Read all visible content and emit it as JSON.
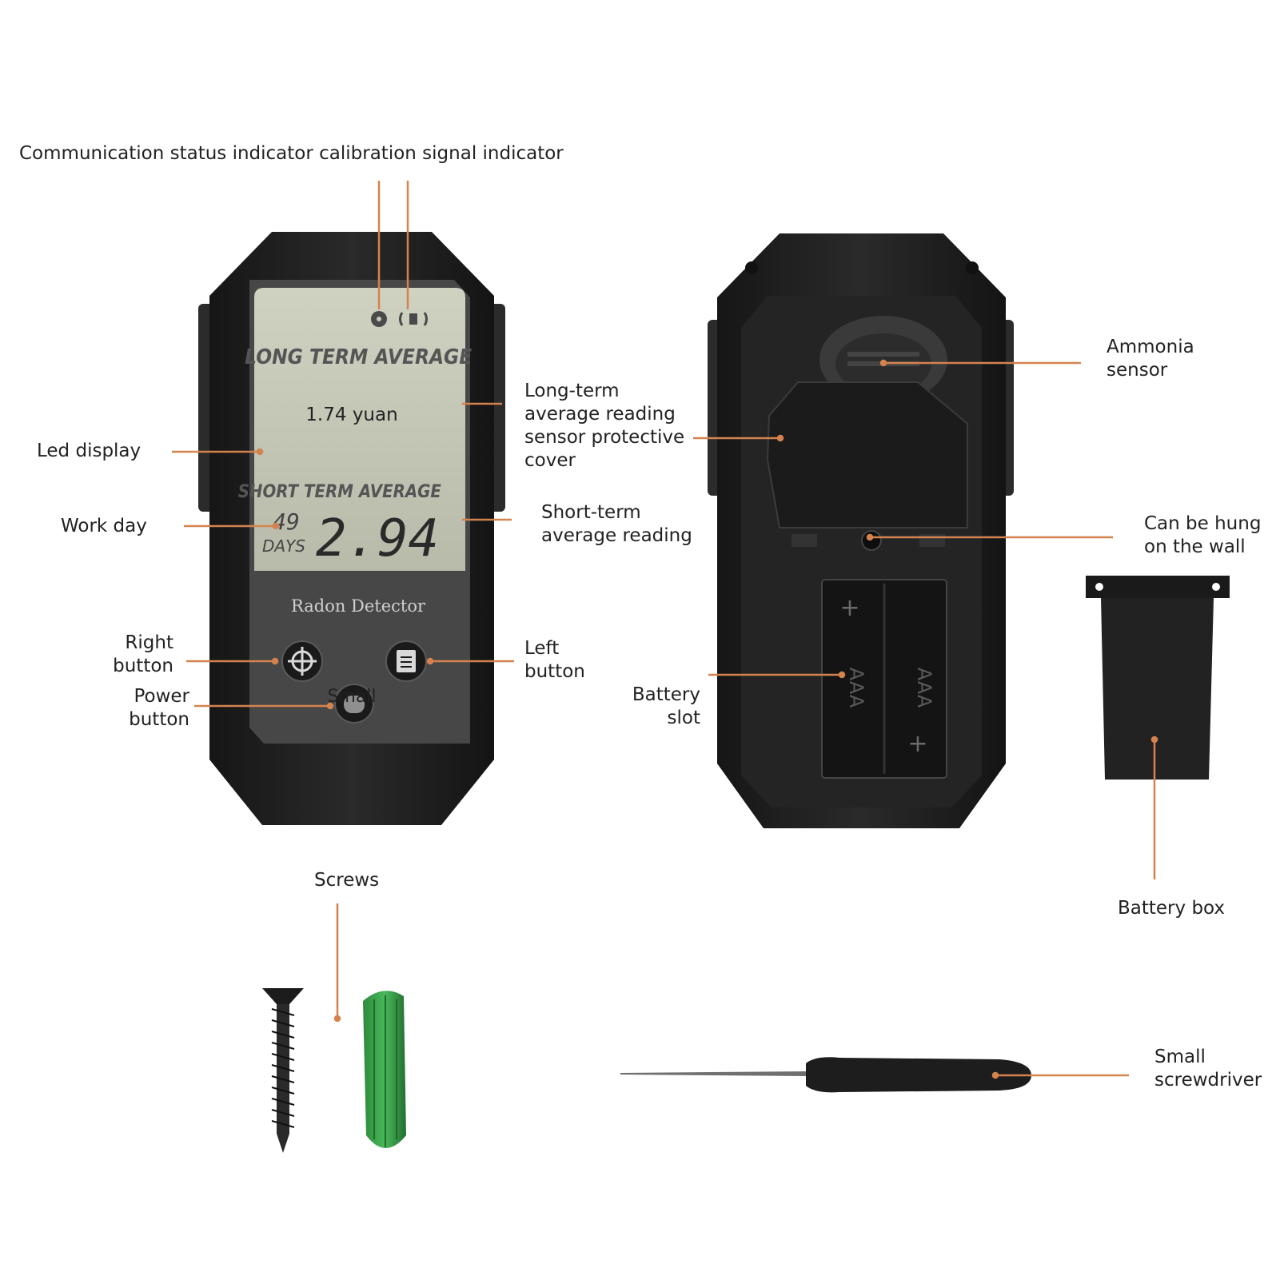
{
  "labels": {
    "top_indicators": "Communication status indicator calibration signal indicator",
    "led_display": "Led display",
    "work_day": "Work day",
    "right_button": [
      "Right",
      "button"
    ],
    "power_button": [
      "Power",
      "button"
    ],
    "long_term": [
      "Long-term",
      "average reading",
      "sensor protective",
      "cover"
    ],
    "short_term": [
      "Short-term",
      "average reading"
    ],
    "left_button": [
      "Left",
      "button"
    ],
    "ammonia_sensor": [
      "Ammonia",
      "sensor"
    ],
    "hung_wall": [
      "Can be hung",
      "on the wall"
    ],
    "battery_slot": [
      "Battery",
      "slot"
    ],
    "battery_box": "Battery box",
    "screws": "Screws",
    "small_screwdriver": [
      "Small",
      "screwdriver"
    ]
  },
  "device": {
    "lcd_long_title": "LONG TERM AVERAGE",
    "lcd_long_value": "1.74 yuan",
    "lcd_short_title": "SHORT TERM AVERAGE",
    "lcd_days_number": "49",
    "lcd_days_unit": "DAYS",
    "lcd_short_value": "2.94",
    "brand": "Radon Detector",
    "power_overlay": "Small",
    "battery_type": "AAA",
    "battery_plus": "+"
  },
  "colors": {
    "leader": "#d4834f",
    "body": "#1e1e1e",
    "lcd": "#c6c9b8"
  }
}
